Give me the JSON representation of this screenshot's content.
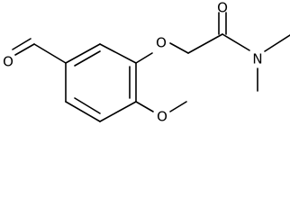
{
  "atoms": {
    "aldehyde_oxygen": "O",
    "ether_oxygen": "O",
    "carbonyl_oxygen": "O",
    "amide_nitrogen": "N",
    "methoxy_oxygen": "O"
  }
}
